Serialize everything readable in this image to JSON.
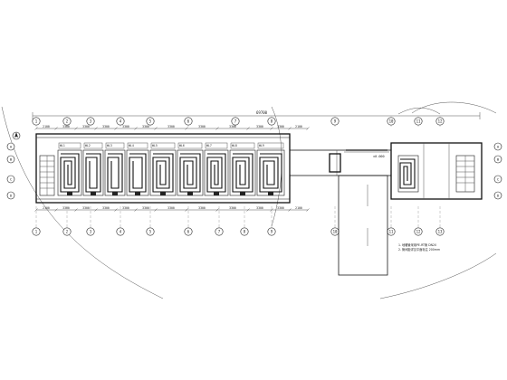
{
  "axes_top": [
    "1",
    "2",
    "3",
    "4",
    "5",
    "6",
    "7",
    "8",
    "9",
    "10",
    "11",
    "12"
  ],
  "axes_bottom": [
    "1",
    "2",
    "3",
    "4",
    "5",
    "6",
    "7",
    "8",
    "9",
    "10",
    "11",
    "12",
    "13"
  ],
  "axes_left": [
    "A",
    "B",
    "C",
    "D"
  ],
  "axes_right": [
    "A",
    "B",
    "C",
    "D"
  ],
  "dims_top": [
    "2100",
    "3300",
    "3300",
    "3300",
    "3300",
    "3300",
    "3300",
    "3300",
    "3300",
    "3300",
    "3300",
    "2100"
  ],
  "dims_bottom": [
    "2100",
    "3300",
    "3300",
    "3300",
    "3300",
    "3300",
    "3300",
    "3300",
    "3300",
    "3300",
    "3300",
    "2100"
  ],
  "overall_dim": "69700",
  "room_tags": [
    "WL1",
    "WL2",
    "WL3",
    "WL4",
    "WL5",
    "WL6",
    "WL7",
    "WL8",
    "WL9"
  ],
  "level_mark": "±0.000",
  "notes": [
    "1. 地暖管采用PE-RT管 DN20",
    "2. 管间距详见平面标注 200mm"
  ]
}
